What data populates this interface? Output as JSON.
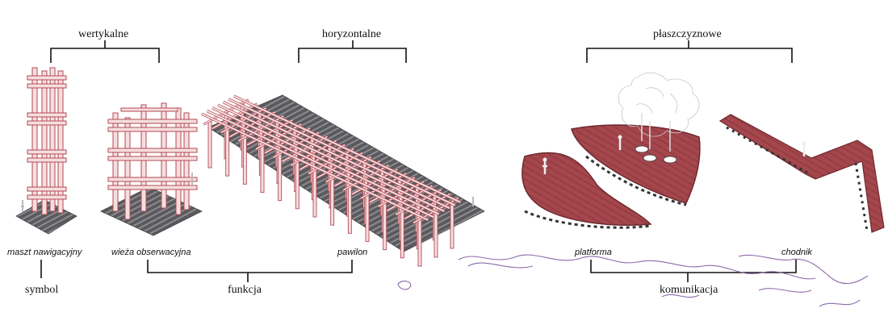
{
  "colors": {
    "beam_fill": "#f6dede",
    "beam_edge": "#b24a55",
    "deck_dark": "#555559",
    "deck_mid": "#8a8a8e",
    "platform_red": "#a4464c",
    "platform_dark": "#6e2a2f",
    "bracket": "#111111",
    "contour": "#8e6aa8"
  },
  "top_groups": {
    "vertical": "wertykalne",
    "horizontal": "horyzontalne",
    "planar": "płaszczyznowe"
  },
  "items": {
    "mast": "maszt nawigacyjny",
    "tower": "wieża obserwacyjna",
    "pavilion": "pawilon",
    "platform": "platforma",
    "walkway": "chodnik"
  },
  "bottom_groups": {
    "symbol": "symbol",
    "function": "funkcja",
    "communication": "komunikacja"
  }
}
